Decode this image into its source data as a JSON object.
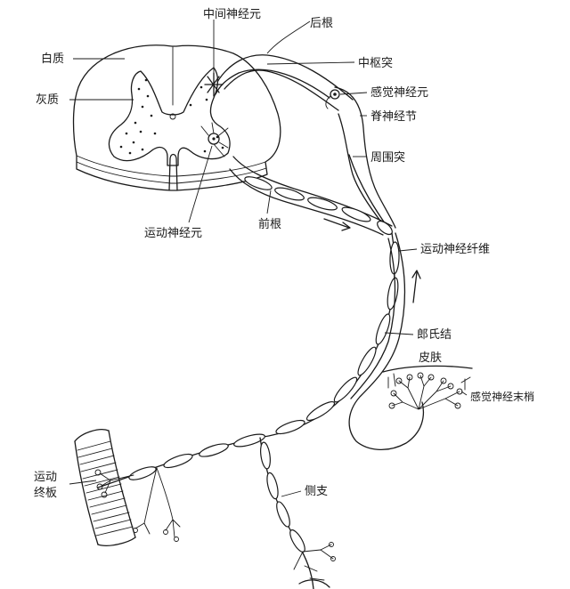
{
  "labels": {
    "intermediate_neuron": "中间神经元",
    "dorsal_root": "后根",
    "white_matter": "白质",
    "central_process": "中枢突",
    "gray_matter": "灰质",
    "sensory_neuron": "感觉神经元",
    "spinal_ganglion": "脊神经节",
    "peripheral_process": "周围突",
    "motor_neuron": "运动神经元",
    "ventral_root": "前根",
    "motor_fiber": "运动神经纤维",
    "node_of_ranvier": "郎氏结",
    "skin": "皮肤",
    "sensory_ending": "感觉神经末梢",
    "motor_end_plate_1": "运动",
    "motor_end_plate_2": "终板",
    "collateral": "侧支"
  },
  "colors": {
    "ink": "#1a1a1a",
    "background": "#ffffff"
  }
}
